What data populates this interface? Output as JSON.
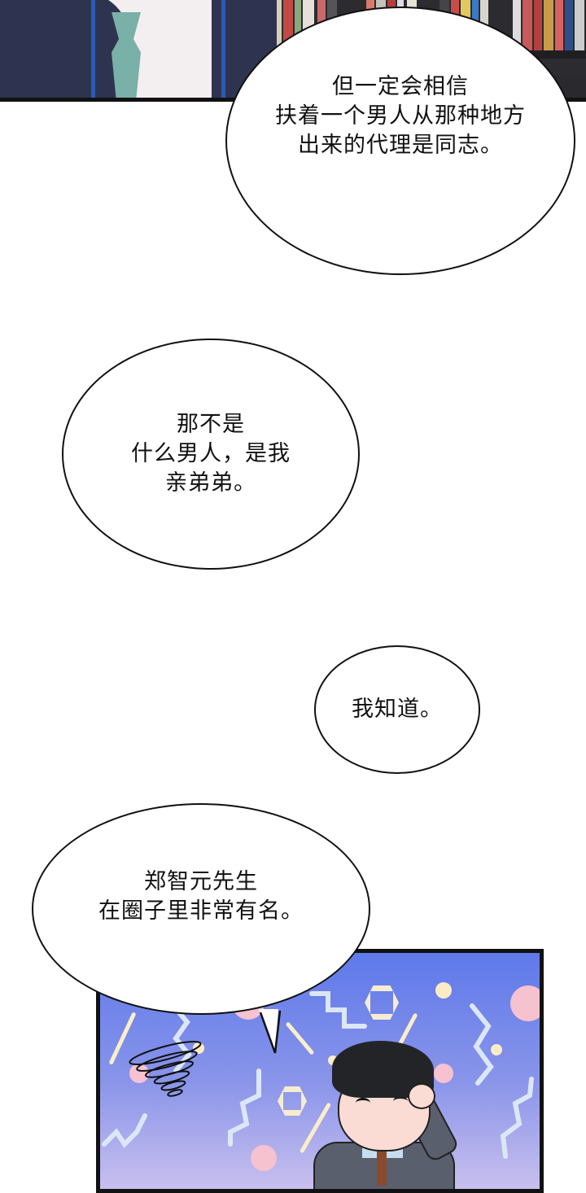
{
  "page": {
    "type": "webcomic-page",
    "background_color": "#ffffff"
  },
  "panels": {
    "top": {
      "description": "Close-up of man in dark navy suit, white shirt, teal tie and blue lanyard in front of a bookshelf",
      "colors": {
        "suit": "#2e3450",
        "shirt": "#f3eeef",
        "tie": "#79b0a8",
        "lanyard": "#2c59b5",
        "border": "#111111"
      }
    },
    "bottom": {
      "description": "Chibi man in grey suit grinning with eyes closed, hand at temple, on purple confetti background with a small whirlwind",
      "colors": {
        "bg_top": "#5e79ea",
        "bg_bottom": "#c8bfee",
        "confetti_pink": "#f6c2cf",
        "confetti_cream": "#fbecc6",
        "border": "#111111"
      }
    }
  },
  "bubbles": [
    {
      "id": "bubble-1",
      "lines": [
        "但一定会相信",
        "扶着一个男人从那种地方",
        "出来的代理是同志。"
      ]
    },
    {
      "id": "bubble-2",
      "lines": [
        "那不是",
        "什么男人，是我",
        "亲弟弟。"
      ]
    },
    {
      "id": "bubble-3",
      "lines": [
        "我知道。"
      ]
    },
    {
      "id": "bubble-4",
      "lines": [
        "郑智元先生",
        "在圈子里非常有名。"
      ]
    }
  ]
}
